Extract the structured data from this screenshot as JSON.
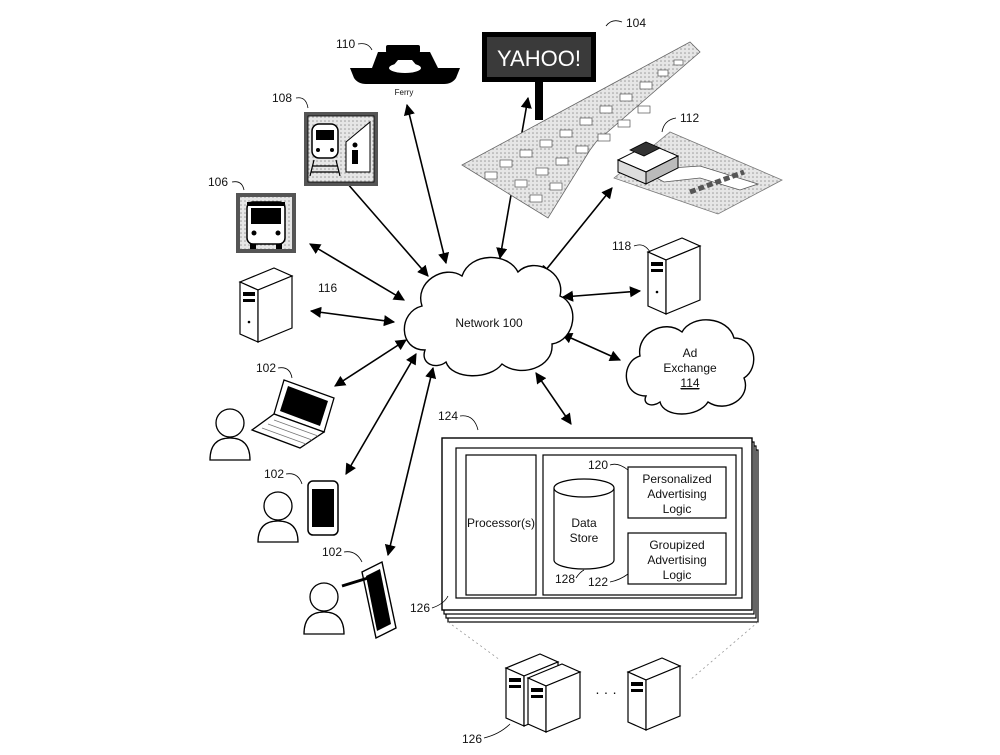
{
  "network": {
    "label": "Network 100"
  },
  "ad_exchange": {
    "line1": "Ad",
    "line2": "Exchange",
    "number": "114"
  },
  "billboard": {
    "text": "YAHOO!"
  },
  "ferry": {
    "caption": "Ferry"
  },
  "system": {
    "processor": "Processor(s)",
    "data_store_line1": "Data",
    "data_store_line2": "Store",
    "personalized_line1": "Personalized",
    "personalized_line2": "Advertising",
    "personalized_line3": "Logic",
    "groupized_line1": "Groupized",
    "groupized_line2": "Advertising",
    "groupized_line3": "Logic"
  },
  "refs": {
    "r110": "110",
    "r104": "104",
    "r108": "108",
    "r112": "112",
    "r106": "106",
    "r118": "118",
    "r116": "116",
    "r102a": "102",
    "r102b": "102",
    "r102c": "102",
    "r124": "124",
    "r120": "120",
    "r128": "128",
    "r122": "122",
    "r126a": "126",
    "r126b": "126"
  },
  "ellipsis": "· · ·"
}
